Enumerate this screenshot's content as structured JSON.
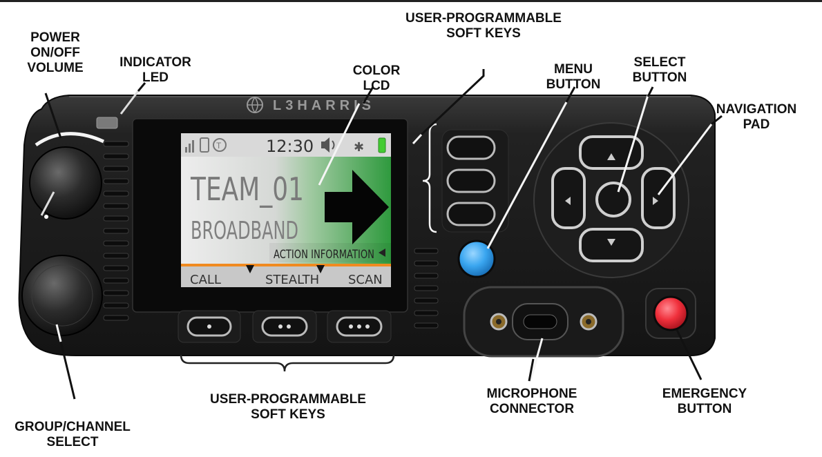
{
  "labels": {
    "power": "POWER\nON/OFF\nVOLUME",
    "indicator": "INDICATOR\nLED",
    "color_lcd": "COLOR\nLCD",
    "soft_keys_top": "USER-PROGRAMMABLE\nSOFT KEYS",
    "menu": "MENU\nBUTTON",
    "select": "SELECT\nBUTTON",
    "navigation": "NAVIGATION\nPAD",
    "group_channel": "GROUP/CHANNEL\nSELECT",
    "soft_keys_bottom": "USER-PROGRAMMABLE\nSOFT KEYS",
    "microphone": "MICROPHONE\nCONNECTOR",
    "emergency": "EMERGENCY\nBUTTON"
  },
  "device": {
    "brand": "L3HARRIS"
  },
  "lcd": {
    "time": "12:30",
    "line1": "TEAM_01",
    "line2": "BROADBAND",
    "action": "ACTION INFORMATION",
    "softkey_left": "CALL",
    "softkey_center": "STEALTH",
    "softkey_right": "SCAN"
  },
  "colors": {
    "menu_button": "#3aa6f0",
    "emergency_button": "#f0303c",
    "lcd_green": "#3cae4a",
    "softkey_orange": "#f08a20",
    "battery_green": "#44cc33"
  }
}
